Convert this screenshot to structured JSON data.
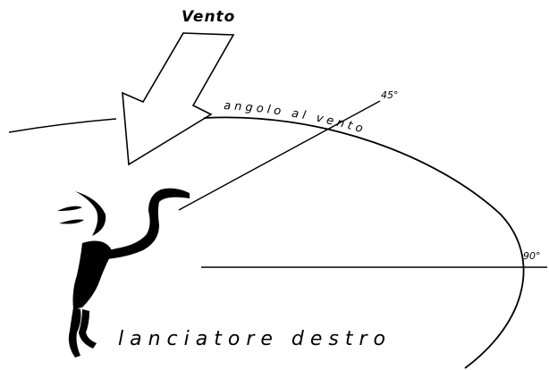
{
  "labels": {
    "wind": "Vento",
    "angle_45": "45°",
    "angle_90": "90°",
    "curve": "angolo al vento",
    "thrower": "lanciatore destro"
  },
  "colors": {
    "ink": "#000000",
    "background": "#ffffff"
  }
}
